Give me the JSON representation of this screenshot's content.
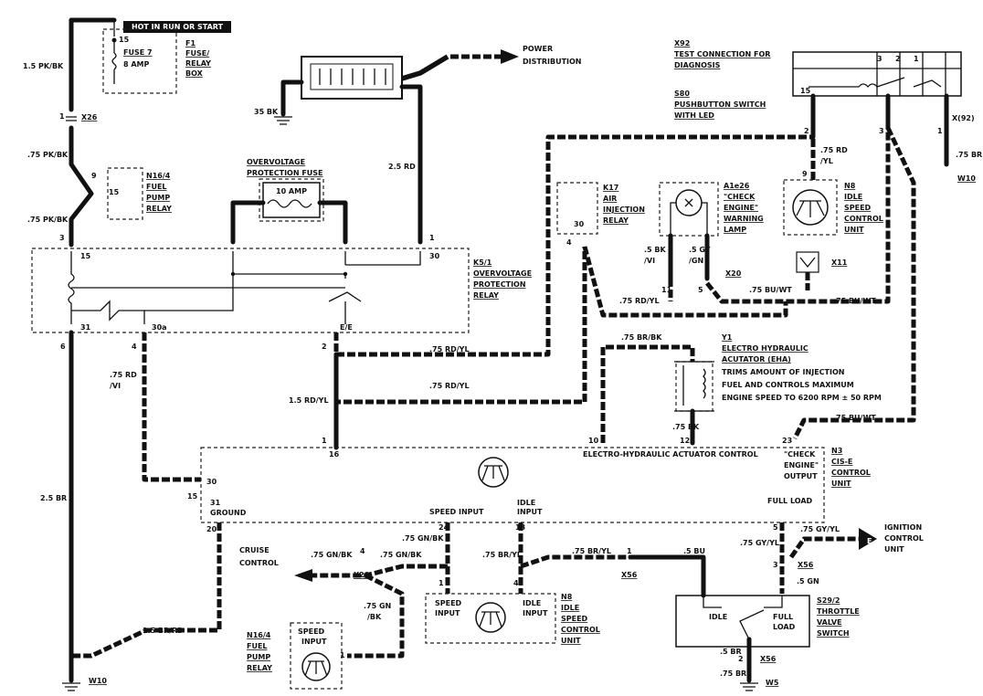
{
  "banner": "HOT IN RUN OR START",
  "power_dist": [
    "POWER",
    "DISTRIBUTION"
  ],
  "fusebox": {
    "lines": [
      "F1",
      "FUSE/",
      "RELAY",
      "BOX"
    ],
    "fuse": "FUSE 7",
    "amp": "8 AMP",
    "pin": "15"
  },
  "wires": {
    "w_pkbk": "1.5 PK/BK",
    "x26a": "X26",
    "w_75pkbk1": ".75 PK/BK",
    "w_75pkbk2": ".75 PK/BK",
    "w_35bk": "35 BK",
    "w_25rd": "2.5 RD",
    "w_75rdyl_a": ".75 RD/YL",
    "w_75rdyl_b": ".75 RD/YL",
    "w_15rdyl": "1.5 RD/YL",
    "w_75rd_vi": ".75 RD",
    "w_vi": "/VI",
    "w_25br": "2.5 BR",
    "w_15brrd": "1.5 BR/RD",
    "w_75brbk": ".75 BR/BK",
    "w_75bk": ".75 BK",
    "w_75buwt_a": ".75 BU/WT",
    "w_75buwt_b": ".75 BU/WT",
    "w_75buwt_c": ".75 BU/WT",
    "w_75rdyl_c": ".75 RD/YL",
    "w_5bk": ".5 BK",
    "w_5bk2": "/VI",
    "w_5gy": ".5 GY",
    "w_5gy2": "/GN",
    "w_75rd_yl": ".75 RD",
    "w_yl": "/YL",
    "w_75br": ".75 BR",
    "w_75gnbk_a": ".75 GN/BK",
    "w_75gnbk_b": ".75 GN/BK",
    "w_75gnbk_c": ".75 GN/BK",
    "w_75gn": ".75 GN",
    "w_gnbk": "/BK",
    "w_75brvl_a": ".75 BR/YL",
    "w_75brvl_b": ".75 BR/YL",
    "w_5bu": ".5 BU",
    "w_75gyyl_a": ".75 GY/YL",
    "w_75gyyl_b": ".75 GY/YL",
    "w_5gn": ".5 GN",
    "w_5br": ".5 BR",
    "w_75br_w5": ".75 BR"
  },
  "components": {
    "n164a": [
      "N16/4",
      "FUEL",
      "PUMP",
      "RELAY"
    ],
    "ovp_fuse": [
      "OVERVOLTAGE",
      "PROTECTION FUSE"
    ],
    "ovp_amp": "10 AMP",
    "k51": [
      "K5/1",
      "OVERVOLTAGE",
      "PROTECTION",
      "RELAY"
    ],
    "x92": [
      "X92",
      "TEST CONNECTION FOR",
      "DIAGNOSIS"
    ],
    "s80": [
      "S80",
      "PUSHBUTTON SWITCH",
      "WITH LED"
    ],
    "k17": [
      "K17",
      "AIR",
      "INJECTION",
      "RELAY"
    ],
    "a1e26": [
      "A1e26",
      "\"CHECK",
      "ENGINE\"",
      "WARNING",
      "LAMP"
    ],
    "n8": [
      "N8",
      "IDLE",
      "SPEED",
      "CONTROL",
      "UNIT"
    ],
    "y1": [
      "Y1",
      "ELECTRO HYDRAULIC",
      "ACUTATOR (EHA)",
      "TRIMS AMOUNT OF INJECTION",
      "FUEL AND CONTROLS MAXIMUM",
      "ENGINE SPEED TO 6200 RPM ± 50 RPM"
    ],
    "n3": [
      "N3",
      "CIS-E",
      "CONTROL",
      "UNIT"
    ],
    "n8b": [
      "N8",
      "IDLE",
      "SPEED",
      "CONTROL",
      "UNIT"
    ],
    "n164b": [
      "N16/4",
      "FUEL",
      "PUMP",
      "RELAY"
    ],
    "s292": [
      "S29/2",
      "THROTTLE",
      "VALVE",
      "SWITCH"
    ],
    "ign": [
      "IGNITION",
      "CONTROL",
      "UNIT"
    ],
    "cruise": [
      "CRUISE",
      "CONTROL"
    ]
  },
  "connectors": {
    "x20a": "X20",
    "x11": "X11",
    "x20b": "X20",
    "x56a": "X56",
    "x56b": "X56",
    "x56c": "X56",
    "x92b": "X(92)",
    "w10a": "W10",
    "w10b": "W10",
    "w5": "W5"
  },
  "ecu_labels": {
    "eha": "ELECTRO-HYDRAULIC ACTUATOR CONTROL",
    "check": [
      "\"CHECK",
      "ENGINE\"",
      "OUTPUT"
    ],
    "speed_in": "SPEED INPUT",
    "idle_in": [
      "IDLE",
      "INPUT"
    ],
    "full_load": "FULL LOAD",
    "ground": [
      "31",
      "GROUND"
    ],
    "speed_input": [
      "SPEED",
      "INPUT"
    ],
    "idle_input": [
      "IDLE",
      "INPUT"
    ],
    "idle": "IDLE",
    "full": [
      "FULL",
      "LOAD"
    ],
    "e_label": "E"
  },
  "pins": {
    "p1": "1",
    "p3": "3",
    "p15": "15",
    "p30": "30",
    "p31": "31",
    "p30a": "30a",
    "p6": "6",
    "p4": "4",
    "p2": "2",
    "pEe": "E/E",
    "p16": "16",
    "p15b": "15",
    "p20": "20",
    "p24": "24",
    "p13": "13",
    "p10": "10",
    "p12": "12",
    "p23": "23",
    "p5": "5",
    "p9": "9"
  }
}
